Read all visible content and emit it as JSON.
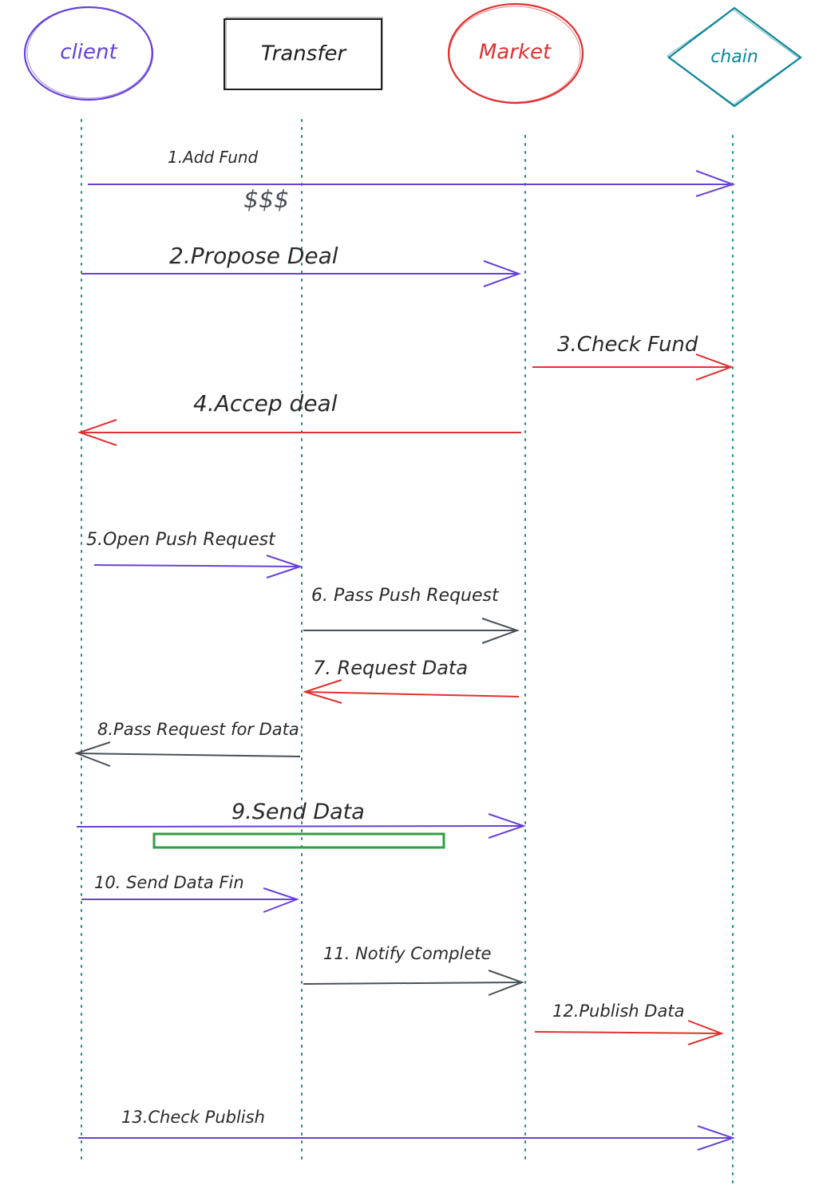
{
  "participants": [
    {
      "id": "client",
      "label": "client",
      "shape": "ellipse",
      "color": "#6741d9"
    },
    {
      "id": "transfer",
      "label": "Transfer",
      "shape": "rectangle",
      "color": "#1e1e1e"
    },
    {
      "id": "market",
      "label": "Market",
      "shape": "ellipse",
      "color": "#e03131"
    },
    {
      "id": "chain",
      "label": "chain",
      "shape": "diamond",
      "color": "#0c8599"
    }
  ],
  "messages": [
    {
      "label": "1.Add Fund",
      "from": "client",
      "to": "chain",
      "color": "#6741d9"
    },
    {
      "label": "2.Propose Deal",
      "from": "client",
      "to": "market",
      "color": "#6741d9"
    },
    {
      "label": "3.Check Fund",
      "from": "market",
      "to": "chain",
      "color": "#e03131"
    },
    {
      "label": "4.Accep deal",
      "from": "market",
      "to": "client",
      "color": "#e03131"
    },
    {
      "label": "5.Open Push Request",
      "from": "client",
      "to": "transfer",
      "color": "#6741d9"
    },
    {
      "label": "6. Pass Push Request",
      "from": "transfer",
      "to": "market",
      "color": "#495057"
    },
    {
      "label": "7. Request Data",
      "from": "market",
      "to": "transfer",
      "color": "#e03131"
    },
    {
      "label": "8.Pass Request for Data",
      "from": "transfer",
      "to": "client",
      "color": "#495057"
    },
    {
      "label": "9.Send Data",
      "from": "client",
      "to": "market",
      "color": "#6741d9"
    },
    {
      "label": "10. Send Data Fin",
      "from": "client",
      "to": "transfer",
      "color": "#6741d9"
    },
    {
      "label": "11. Notify Complete",
      "from": "transfer",
      "to": "market",
      "color": "#495057"
    },
    {
      "label": "12.Publish Data",
      "from": "market",
      "to": "chain",
      "color": "#e03131"
    },
    {
      "label": "13.Check Publish",
      "from": "client",
      "to": "chain",
      "color": "#6741d9"
    }
  ],
  "annotations": {
    "money": "$$$",
    "money_color": "#495057",
    "progress_bar_color": "#2f9e44"
  },
  "lifeline_color": "#1f8a8a"
}
